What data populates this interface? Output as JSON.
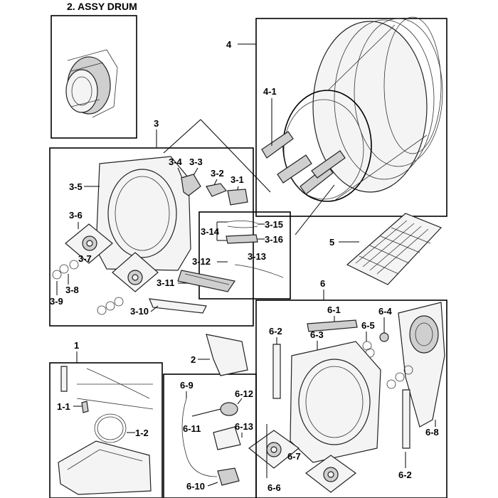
{
  "title": "2. ASSY DRUM",
  "labels": {
    "l4": "4",
    "l4_1": "4-1",
    "l3": "3",
    "l3_1": "3-1",
    "l3_2": "3-2",
    "l3_3": "3-3",
    "l3_4": "3-4",
    "l3_5": "3-5",
    "l3_6": "3-6",
    "l3_7": "3-7",
    "l3_8": "3-8",
    "l3_9": "3-9",
    "l3_10": "3-10",
    "l3_11": "3-11",
    "l3_12": "3-12",
    "l3_13": "3-13",
    "l3_14": "3-14",
    "l3_15": "3-15",
    "l3_16": "3-16",
    "l5": "5",
    "l6": "6",
    "l6_1": "6-1",
    "l6_2a": "6-2",
    "l6_2b": "6-2",
    "l6_3": "6-3",
    "l6_4": "6-4",
    "l6_5": "6-5",
    "l6_6": "6-6",
    "l6_7": "6-7",
    "l6_8": "6-8",
    "l6_9": "6-9",
    "l6_10": "6-10",
    "l6_11": "6-11",
    "l6_12": "6-12",
    "l6_13": "6-13",
    "l1": "1",
    "l1_1": "1-1",
    "l1_2": "1-2",
    "l2": "2"
  }
}
